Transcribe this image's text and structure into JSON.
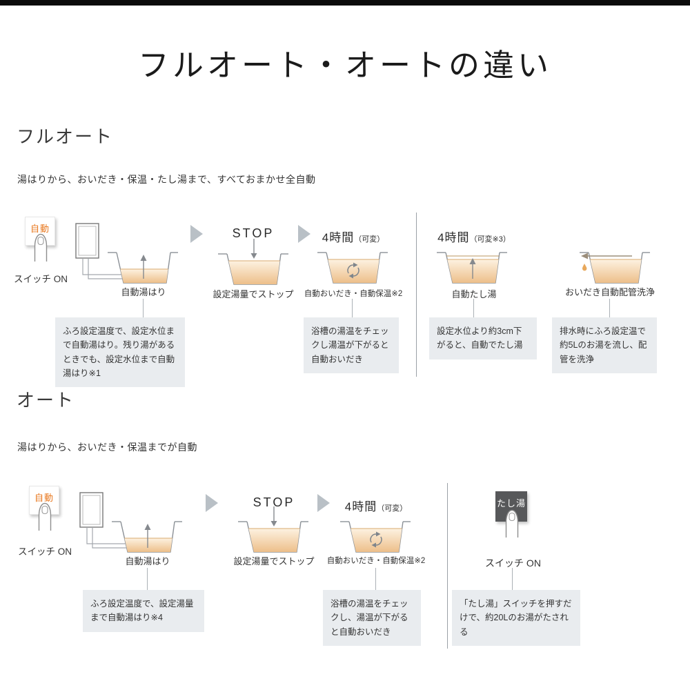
{
  "title": "フルオート・オートの違い",
  "fullAuto": {
    "heading": "フルオート",
    "subtitle": "湯はりから、おいだき・保温・たし湯まで、すべておまかせ全自動",
    "switch": {
      "button": "自動",
      "label": "スイッチ ON"
    },
    "fill": {
      "label": "自動湯はり"
    },
    "stop": {
      "title": "STOP",
      "label": "設定湯量でストップ"
    },
    "keep": {
      "time": "4時間",
      "note": "（可変）",
      "label": "自動おいだき・自動保温※2"
    },
    "add": {
      "time": "4時間",
      "note": "（可変※3）",
      "label": "自動たし湯"
    },
    "clean": {
      "label": "おいだき自動配管洗浄"
    },
    "callouts": {
      "fill": "ふろ設定温度で、設定水位まで自動湯はり。残り湯があるときでも、設定水位まで自動湯はり※1",
      "keep": "浴槽の湯温をチェックし湯温が下がると自動おいだき",
      "add": "設定水位より約3cm下がると、自動でたし湯",
      "clean": "排水時にふろ設定温で約5Lのお湯を流し、配管を洗浄"
    }
  },
  "auto": {
    "heading": "オート",
    "subtitle": "湯はりから、おいだき・保温までが自動",
    "switch": {
      "button": "自動",
      "label": "スイッチ ON"
    },
    "fill": {
      "label": "自動湯はり"
    },
    "stop": {
      "title": "STOP",
      "label": "設定湯量でストップ"
    },
    "keep": {
      "time": "4時間",
      "note": "（可変）",
      "label": "自動おいだき・自動保温※2"
    },
    "tashiyu": {
      "button": "たし湯",
      "label": "スイッチ ON"
    },
    "callouts": {
      "fill": "ふろ設定温度で、設定湯量まで自動湯はり※4",
      "keep": "浴槽の湯温をチェックし、湯温が下がると自動おいだき",
      "tashiyu": "「たし湯」スイッチを押すだけで、約20Lのお湯がたされる"
    }
  },
  "colors": {
    "water_top": "#fdf2e1",
    "water_bottom": "#edbf8a",
    "accent_orange": "#e8771d",
    "tashiyu_button_bg": "#57585a",
    "callout_bg": "#e9ecef",
    "flow_arrow": "#b9c0c6"
  },
  "icons": {
    "finger": "fingertip-pressing",
    "flow_arrow": "triangle-right",
    "fill_arrow": "arrow-up",
    "stop_arrow": "arrow-down",
    "keep_warm": "circulation-arrows",
    "drain": "arrow-left-with-drop",
    "heater": "water-heater-unit",
    "tub": "bathtub-cross-section"
  }
}
